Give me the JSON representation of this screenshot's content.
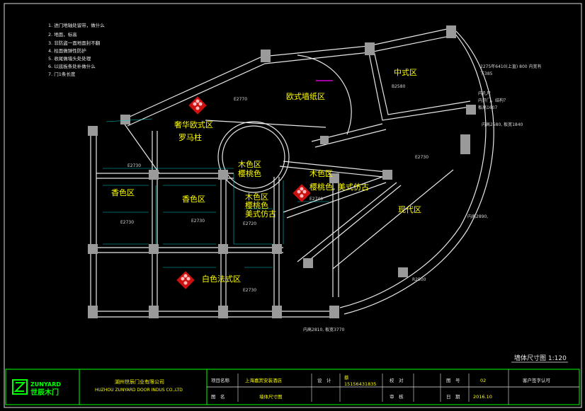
{
  "notes": [
    "1. 进门地轴处留带，做什么",
    "2. 地面，标高",
    "3. 非防盗一面地面封不翻",
    "4. 柱面做弹性防护",
    "5. 收尾做墙头处处理",
    "6. 以底板条处补做什么",
    "7. 门1条长度"
  ],
  "zone_labels": {
    "european_wallpaper": "欧式墙纸区",
    "chinese": "中式区",
    "luxury_european": "奢华欧式区",
    "roman_column": "罗马柱",
    "wood_color_center": "木色区",
    "cherry_center": "樱桃色",
    "wood_color_right": "木色区",
    "cherry_american": "樱桃色, 美式仿古",
    "modern": "现代区",
    "champagne_left": "香色区",
    "champagne_mid": "香色区",
    "wood_color_mid": "木色区",
    "cherry_mid": "樱桃色",
    "american_mid": "美式仿古",
    "white_french": "白色法式区"
  },
  "dimension_notes": {
    "top_right": "2275年6410(上直) 800 内宽有",
    "top_right2": "下385",
    "chinese_b": "B2580",
    "right_side1": "内孔尺",
    "right_side2": "内开门，结构？",
    "right_side3": "板高1607",
    "right_side4": "内高2580, 板宽1840",
    "e2730_right": "E2730",
    "inner_2890": "内高2890,",
    "r2500": "R2500",
    "bottom_dim": "内高2810, 板宽3770",
    "e2730_a": "E2730",
    "e2730_b": "E2730",
    "e2730_c": "E2730",
    "e2730_d": "E2730",
    "e2720": "E2720",
    "e2740": "E2740",
    "e2770": "E2770"
  },
  "scale_label": "墙体尺寸图 1:120",
  "title_block": {
    "logo_text": "ZUNYARD",
    "logo_cn": "世辰木门",
    "company_cn": "湖州世辰门业有限公司",
    "company_en": "HUZHOU ZUNYARD DOOR INDUS CO.,LTD",
    "project_name_label": "项目名称",
    "project_name_value": "上海嘉宾安装酒店",
    "drawing_name_label": "图　名",
    "drawing_name_value": "墙体尺寸图",
    "design_label": "设　计",
    "design_value": "蔡",
    "phone_value": "15156431835",
    "check_label": "校　对",
    "review_label": "审　核",
    "drawing_no_label": "图　号",
    "drawing_no_value": "02",
    "date_label": "日　期",
    "date_value": "2016.10",
    "client_sign": "客户签字认可"
  },
  "colors": {
    "background": "#000000",
    "wall": "#ffffff",
    "dim_line": "#00c8c8",
    "label": "#ffff00",
    "frame": "#00ff00",
    "marker": "#ff2020",
    "magenta": "#ff00ff"
  }
}
